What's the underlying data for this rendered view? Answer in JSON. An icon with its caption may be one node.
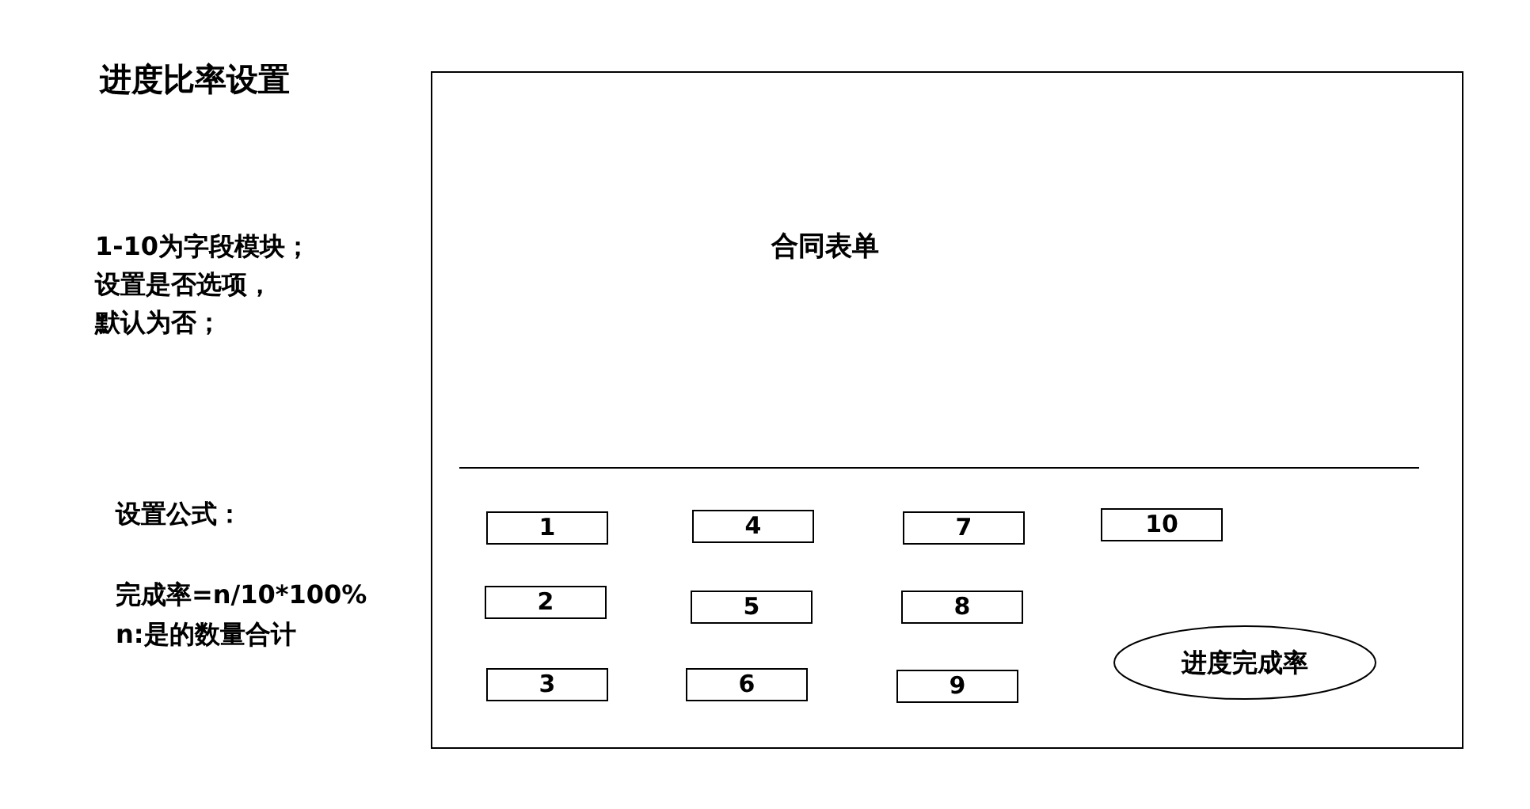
{
  "diagram": {
    "title": "进度比率设置",
    "nodes": [
      {
        "text": [
          "合同表单"
        ]
      },
      {
        "text": [
          "1"
        ],
        "in": 0
      },
      {
        "text": [
          "2"
        ],
        "in": 0
      },
      {
        "text": [
          "3"
        ],
        "in": 0
      },
      {
        "text": [
          "4"
        ],
        "in": 0
      },
      {
        "text": [
          "5"
        ],
        "in": 0
      },
      {
        "text": [
          "6"
        ],
        "in": 0
      },
      {
        "text": [
          "7"
        ],
        "in": 0
      },
      {
        "text": [
          "8"
        ],
        "in": 0
      },
      {
        "text": [
          "9"
        ],
        "in": 0
      },
      {
        "text": [
          "10"
        ],
        "in": 0
      },
      {
        "text": [
          "进度完成率"
        ],
        "in": 0
      }
    ],
    "labels": [
      "1-10为字段模块；",
      "设置是否选项，",
      "默认为否；",
      "设置公式：",
      "完成率=n/10*100%",
      "n:是的数量合计"
    ]
  }
}
